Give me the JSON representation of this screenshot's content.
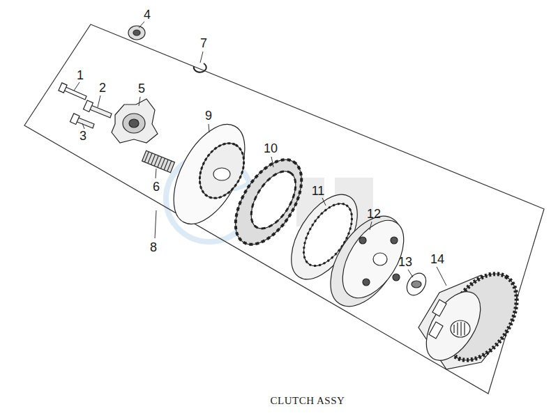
{
  "diagram": {
    "caption": "CLUTCH ASSY",
    "labels": [
      "1",
      "2",
      "3",
      "4",
      "5",
      "6",
      "7",
      "8",
      "9",
      "10",
      "11",
      "12",
      "13",
      "14"
    ]
  }
}
